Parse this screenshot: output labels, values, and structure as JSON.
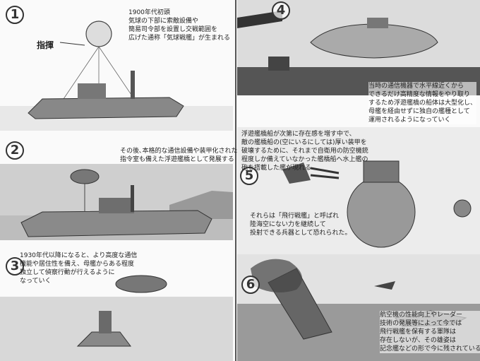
{
  "panels": [
    {
      "number": "1",
      "caption": "1900年代初頭\n気球の下部に索敵設備や\n簡易司令部を設置し交戦範囲を\n広げた通称「気球戦艦」が生まれる",
      "label": "指揮"
    },
    {
      "number": "2",
      "caption": "その後､本格的な通信設備や装甲化された\n指令室も備えた浮遊艦橋として発展する"
    },
    {
      "number": "3",
      "caption": "1930年代以降になると、より高度な通信\n機能や居住性を備え、母艦からある程度\n独立して偵察行動が行えるように\nなっていく"
    },
    {
      "number": "4",
      "caption": "当時の通信機器で水平線近くから\nできるだけ高精度な情報をやり取り\nするため浮遊艦橋の船体は大型化し、\n母艦を経由せずに独自の艦種として\n運用されるようになっていく"
    },
    {
      "number": "5",
      "caption": "浮遊艦橋船が次第に存在感を増す中で、\n敵の艦橋船の(空にいるにしては)厚い装甲を\n破壊するために、それまで自衛用の防空機銃\n程度しか備えていなかった艦橋船へ水上艦の\n砲を搭載した艦が現れる",
      "caption2": "それらは「飛行戦艦」と呼ばれ\n陸海空にない力を継続して\n投射できる兵器として恐れられた。"
    },
    {
      "number": "6",
      "caption": "航空機の性能向上やレーダー\n技術の発展等によって今では\n飛行戦艦を保有する軍隊は\n存在しないが、その雄姿は\n記念艦などの形で今に残されている。"
    }
  ]
}
